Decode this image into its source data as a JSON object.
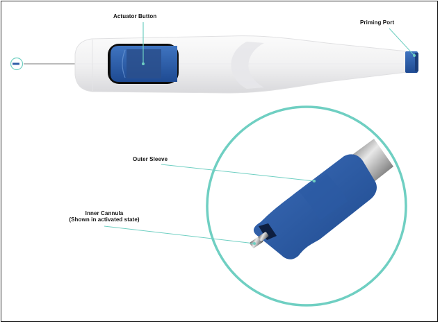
{
  "diagram": {
    "subject": "Handheld injector device",
    "labels": {
      "actuator_button": "Actuator Button",
      "priming_port": "Priming Port",
      "outer_sleeve": "Outer Sleeve",
      "inner_cannula_line1": "Inner Cannula",
      "inner_cannula_line2": "(Shown in activated state)"
    },
    "colors": {
      "callout_teal": "#6fcfc2",
      "device_blue": "#2f5ea8",
      "device_blue_dark": "#1f4488",
      "body_white": "#f2f2f3",
      "frame": "#222222"
    }
  }
}
